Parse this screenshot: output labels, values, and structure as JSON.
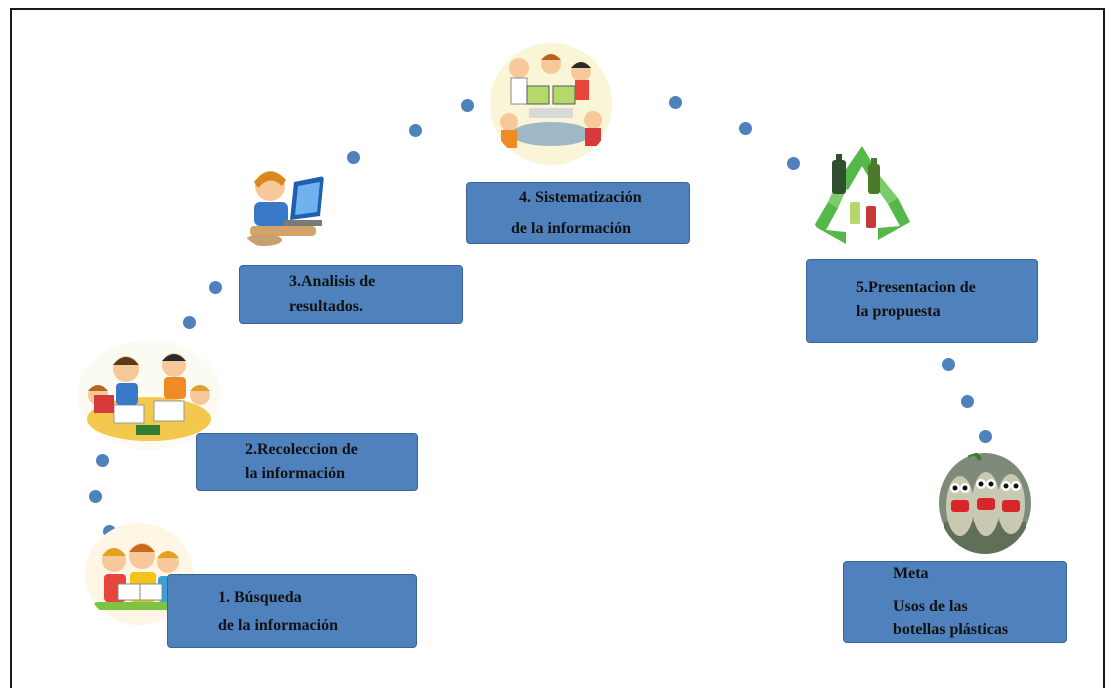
{
  "steps": [
    {
      "line1": "1. Búsqueda",
      "line2": "de la información"
    },
    {
      "line1": "2.Recoleccion de",
      "line2": "la información"
    },
    {
      "line1": "3.Analisis de",
      "line2": "resultados."
    },
    {
      "line1": "4. Sistematización",
      "line2": "de la información"
    },
    {
      "line1": "5.Presentacion de",
      "line2": "la propuesta"
    }
  ],
  "goal": {
    "title": "Meta",
    "line1": "Usos de las",
    "line2": "botellas plásticas"
  },
  "illustrations": [
    {
      "name": "children-reading-illustration"
    },
    {
      "name": "group-study-illustration"
    },
    {
      "name": "boy-at-computer-illustration"
    },
    {
      "name": "class-at-computers-illustration"
    },
    {
      "name": "recycling-symbol-illustration"
    },
    {
      "name": "plastic-bottle-crafts-photo"
    }
  ],
  "colors": {
    "accent": "#4f81bd",
    "box_border": "#3a6496",
    "text": "#111111",
    "recycle_green": "#56b848"
  }
}
